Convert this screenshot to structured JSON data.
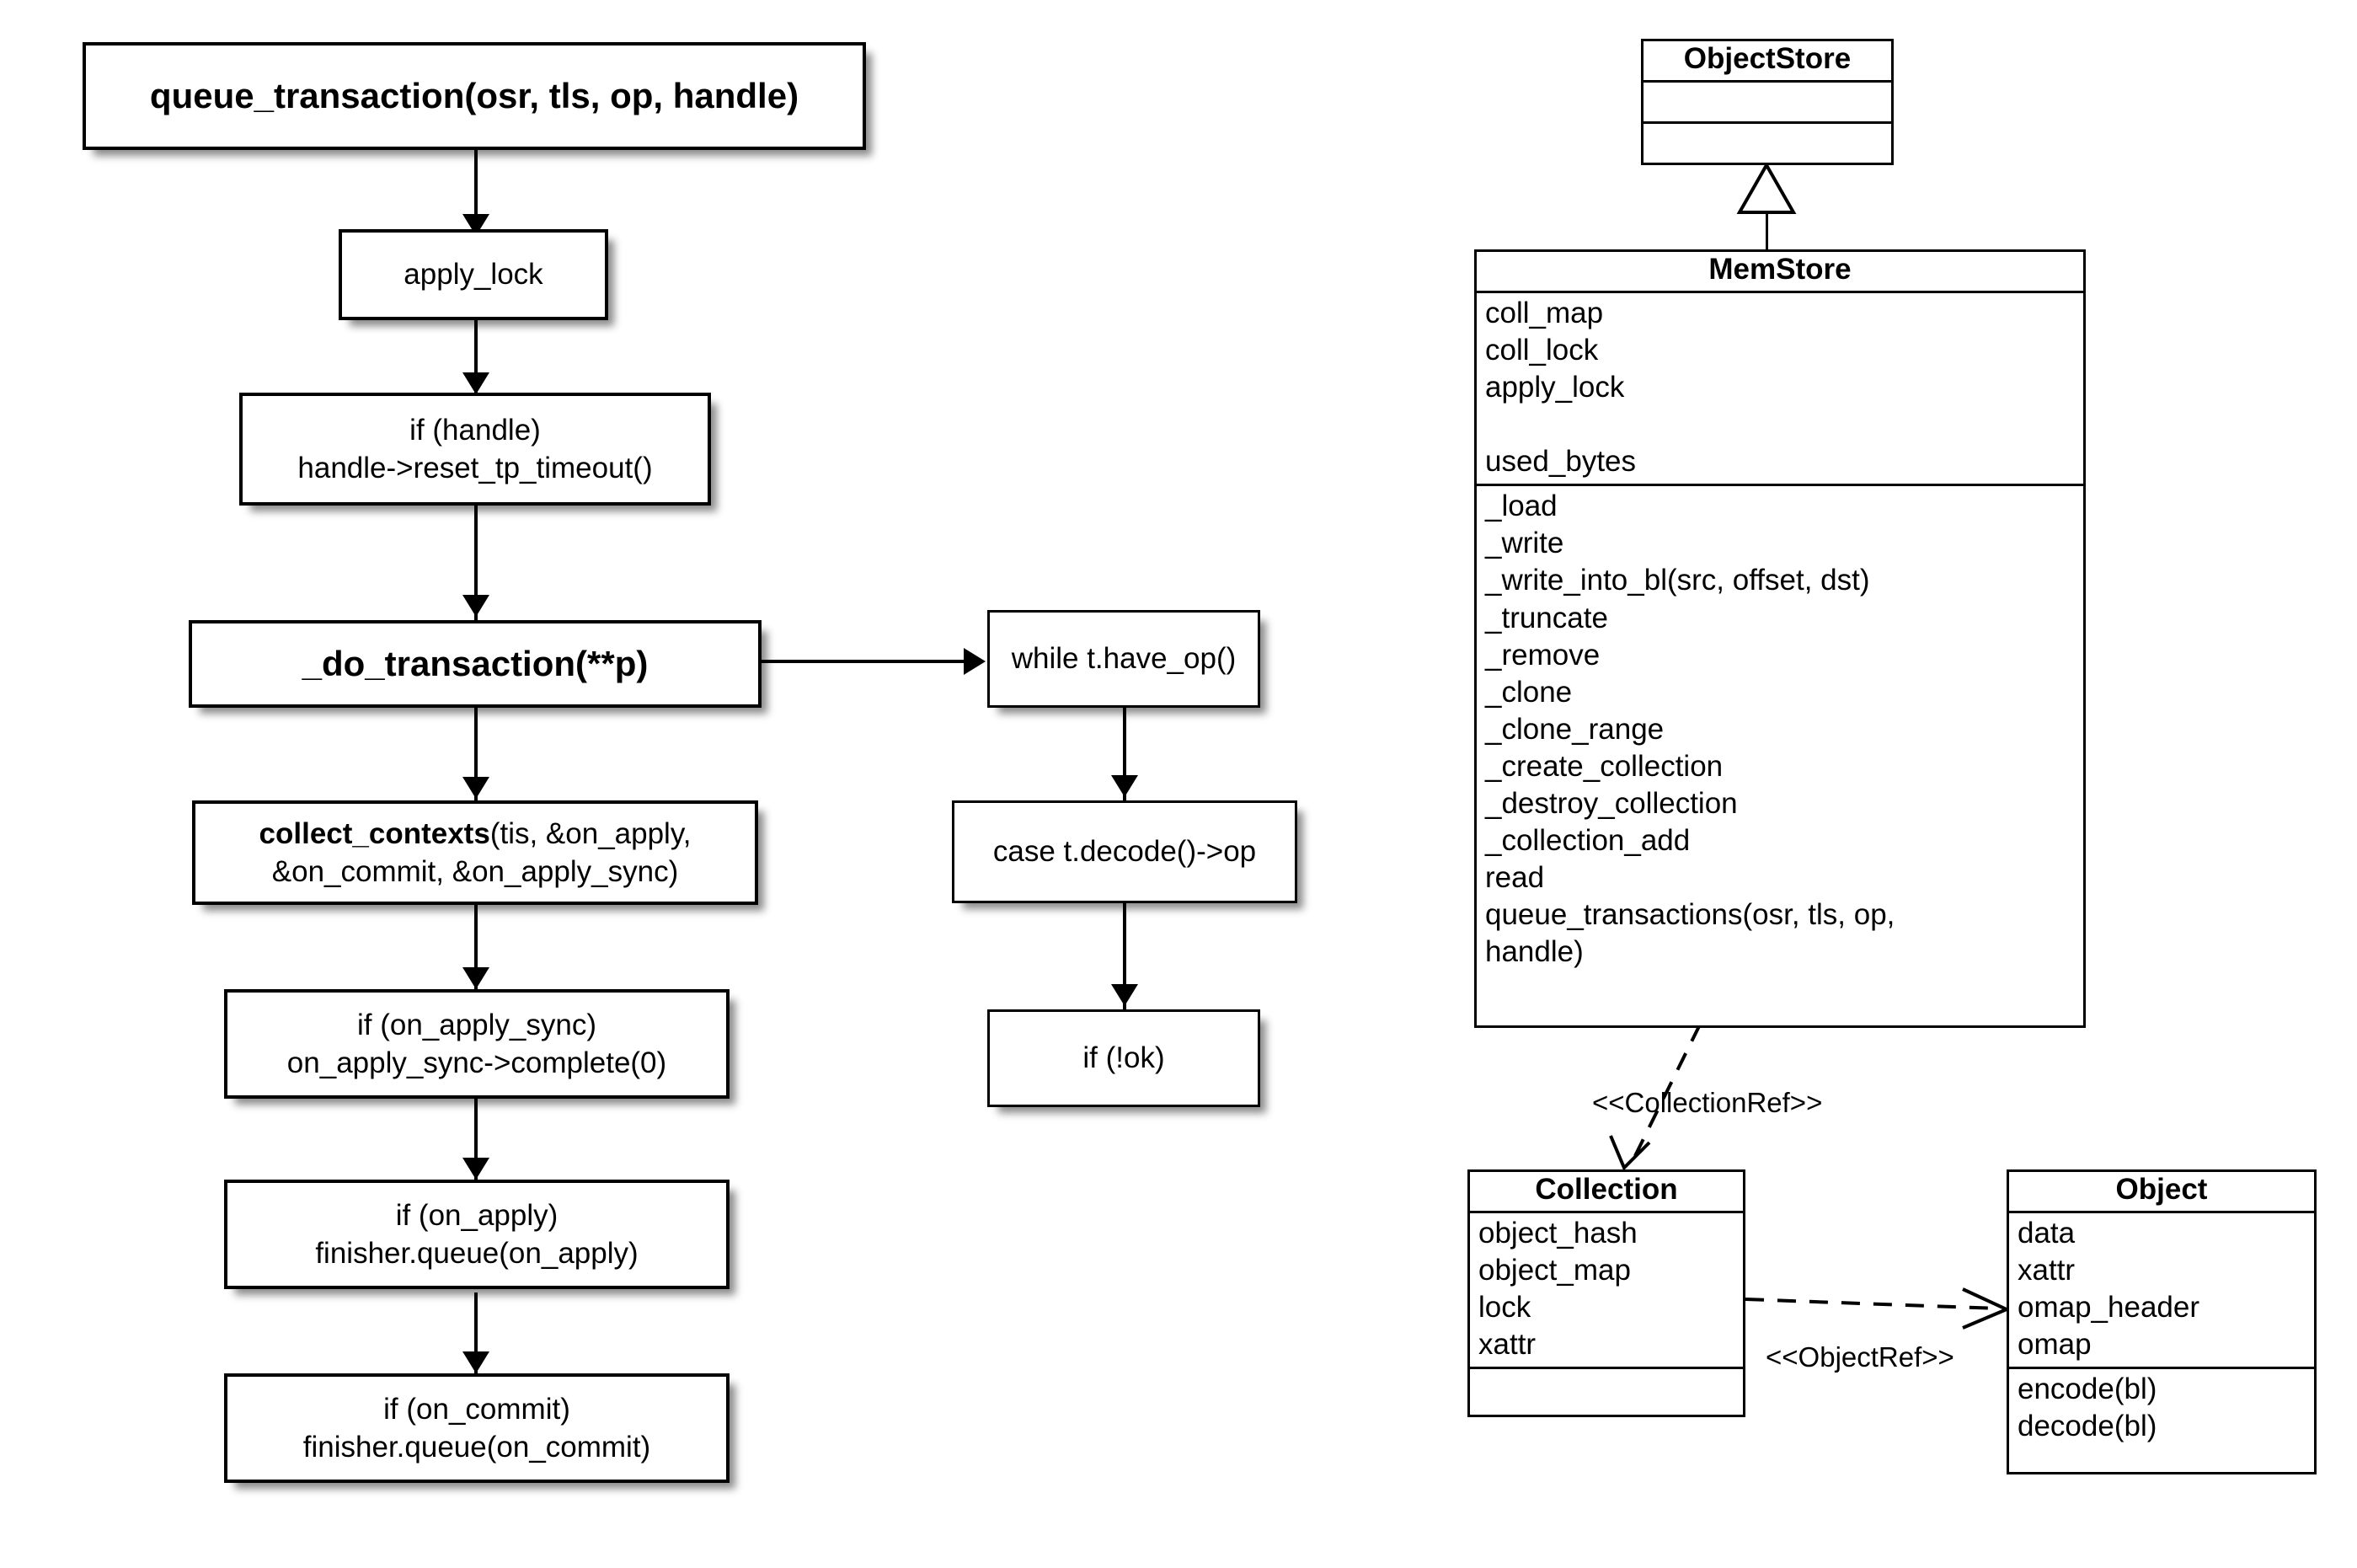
{
  "diagram": {
    "title_hidden": "MemStore queue_transaction flow and ObjectStore class diagram",
    "flowchart": {
      "nodes": [
        {
          "id": "queue_transaction",
          "lines": [
            "queue_transaction(osr, tls, op, handle)"
          ],
          "bold": true
        },
        {
          "id": "apply_lock",
          "lines": [
            "apply_lock"
          ],
          "bold": false
        },
        {
          "id": "if_handle",
          "lines": [
            "if (handle)",
            "handle->reset_tp_timeout()"
          ],
          "bold": false
        },
        {
          "id": "do_transaction",
          "lines": [
            "_do_transaction(**p)"
          ],
          "bold": true
        },
        {
          "id": "collect_contexts",
          "lines": [
            "collect_contexts(tis, &on_apply,",
            "&on_commit, &on_apply_sync)"
          ],
          "bold_prefix": "collect_contexts",
          "bold": false
        },
        {
          "id": "if_on_apply_sync",
          "lines": [
            "if (on_apply_sync)",
            "on_apply_sync->complete(0)"
          ],
          "bold": false
        },
        {
          "id": "if_on_apply",
          "lines": [
            "if (on_apply)",
            "finisher.queue(on_apply)"
          ],
          "bold": false
        },
        {
          "id": "if_on_commit",
          "lines": [
            "if (on_commit)",
            "finisher.queue(on_commit)"
          ],
          "bold": false
        },
        {
          "id": "while_have_op",
          "lines": [
            "while t.have_op()"
          ],
          "bold": false
        },
        {
          "id": "case_decode",
          "lines": [
            "case t.decode()->op"
          ],
          "bold": false
        },
        {
          "id": "if_not_ok",
          "lines": [
            "if (!ok)"
          ],
          "bold": false
        }
      ]
    },
    "classes": [
      {
        "id": "objectstore",
        "name": "ObjectStore",
        "attributes": [],
        "methods": []
      },
      {
        "id": "memstore",
        "name": "MemStore",
        "attributes": [
          "coll_map",
          "coll_lock",
          "apply_lock",
          "",
          "used_bytes"
        ],
        "methods": [
          "_load",
          "_write",
          "_write_into_bl(src, offset, dst)",
          "_truncate",
          "_remove",
          "_clone",
          "_clone_range",
          "_create_collection",
          "_destroy_collection",
          "_collection_add",
          "read",
          "queue_transactions(osr, tls, op,",
          "handle)"
        ]
      },
      {
        "id": "collection",
        "name": "Collection",
        "attributes": [
          "object_hash",
          "object_map",
          "lock",
          "xattr"
        ],
        "methods": []
      },
      {
        "id": "object",
        "name": "Object",
        "attributes": [
          "data",
          "xattr",
          "omap_header",
          "omap"
        ],
        "methods": [
          "encode(bl)",
          "decode(bl)"
        ]
      }
    ],
    "relations": [
      {
        "id": "generalization",
        "from": "MemStore",
        "to": "ObjectStore",
        "label": "",
        "kind": "generalization"
      },
      {
        "id": "collectionref",
        "from": "MemStore",
        "to": "Collection",
        "label": "<<CollectionRef>>",
        "kind": "dependency"
      },
      {
        "id": "objectref",
        "from": "Collection",
        "to": "Object",
        "label": "<<ObjectRef>>",
        "kind": "dependency"
      }
    ],
    "colors": {
      "stroke": "#000000",
      "fill": "#ffffff",
      "shadow": "rgba(0,0,0,0.45)"
    }
  }
}
